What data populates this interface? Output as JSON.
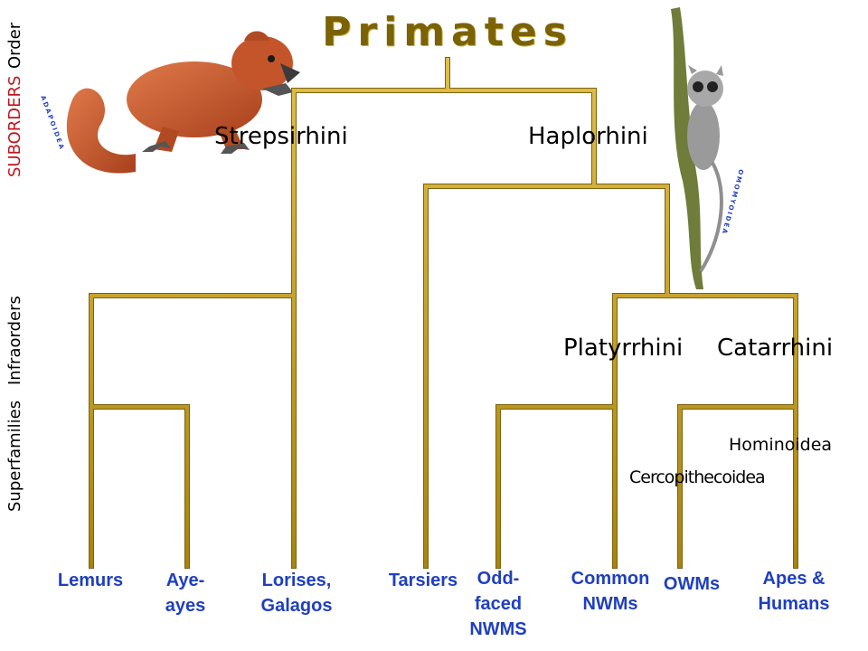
{
  "title": "Primates",
  "side_labels": {
    "order": "Order",
    "suborders": "SUBORDERS",
    "infraorders": "Infraorders",
    "superfamilies": "Superfamilies"
  },
  "nodes": {
    "strepsirhini": "Strepsirhini",
    "haplorhini": "Haplorhini",
    "platyrrhini": "Platyrrhini",
    "catarrhini": "Catarrhini",
    "hominoidea": "Hominoidea",
    "cercopithecoidea": "Cercopithecoidea"
  },
  "leaves": {
    "lemurs": "Lemurs",
    "aye_ayes_1": "Aye-",
    "aye_ayes_2": "ayes",
    "lorises_1": "Lorises,",
    "lorises_2": "Galagos",
    "tarsiers": "Tarsiers",
    "odd_1": "Odd-",
    "odd_2": "faced",
    "odd_3": "NWMS",
    "common_1": "Common",
    "common_2": "NWMs",
    "owms": "OWMs",
    "apes_1": "Apes &",
    "apes_2": "Humans"
  },
  "illustration_labels": {
    "adapoidea": "ADAPOIDEA",
    "omomyoidea": "OMOMYOIDEA"
  },
  "colors": {
    "branch": "#c9a227",
    "branch_dark": "#8a6d10",
    "title": "#7a6205",
    "leaf_text": "#1f3fbf",
    "suborders": "#c0161c"
  },
  "icons": [
    "lemur-illustration-icon",
    "tarsier-on-branch-icon"
  ]
}
